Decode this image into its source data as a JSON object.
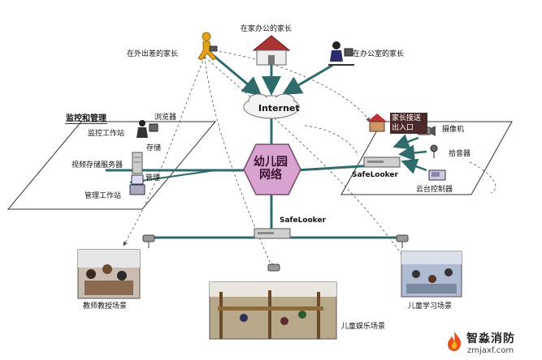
{
  "network": {
    "center_label_line1": "幼儿园",
    "center_label_line2": "网络",
    "internet_label": "Internet",
    "safelooker_right_label": "SafeLooker",
    "safelooker_bottom_label": "SafeLooker"
  },
  "parents": {
    "home_office": "在家办公的家长",
    "travelling": "在外出差的家长",
    "office": "在办公室的家长"
  },
  "monitoring": {
    "title": "监控和管理",
    "browser": "浏览器",
    "workstation": "监控工作站",
    "storage_short": "存储",
    "storage_server": "视频存储服务器",
    "manage_short": "管理",
    "management_station": "管理工作站"
  },
  "entrance": {
    "label_line1": "家长接送",
    "label_line2": "出入口",
    "camera": "摄像机",
    "microphone": "拾音器",
    "ptz_controller": "云台控制器"
  },
  "scenes": {
    "teacher": "教师教授场景",
    "entertainment": "儿童娱乐场景",
    "learning": "儿童学习场景"
  },
  "watermark": {
    "name": "智淼消防",
    "url": "zmjaxf.com"
  },
  "colors": {
    "backbone": "#2f6b6a",
    "hexagon": "#d9a3cf",
    "dashed": "#555555"
  }
}
